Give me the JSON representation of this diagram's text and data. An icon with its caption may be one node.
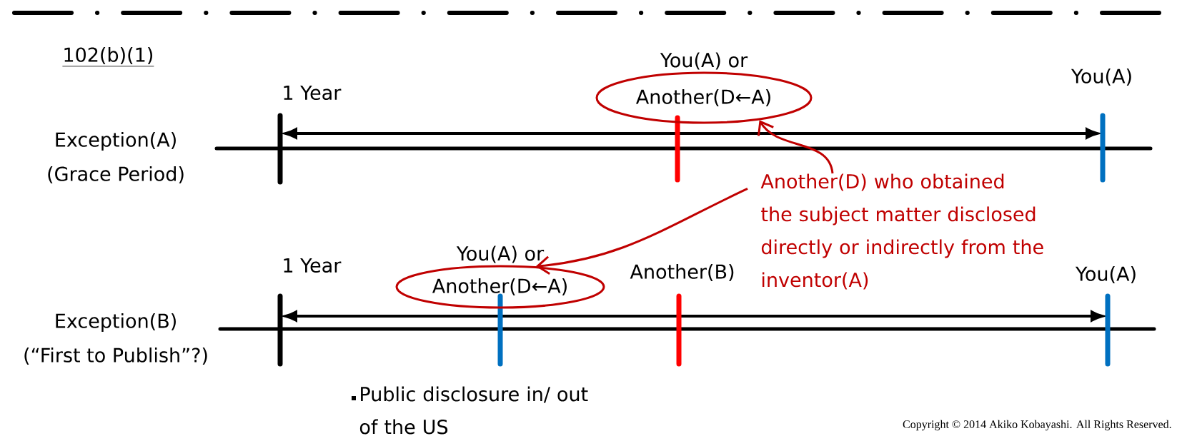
{
  "diagram": {
    "nodes": [
      {
        "text": [
          "You(A) or",
          "Another(D←A)"
        ]
      },
      {
        "text": [
          "You(A) or",
          "Another(D←A)"
        ]
      },
      {
        "text": [
          "Another(D) who obtained the subject matter disclosed directly or indirectly from the inventor(A)"
        ]
      }
    ],
    "edges": [
      {
        "from": 2,
        "to": 0,
        "arrow": "to",
        "color": "#c00000"
      },
      {
        "from": 2,
        "to": 1,
        "arrow": "to",
        "color": "#c00000"
      }
    ],
    "labels": [
      "102(b)(1)",
      "You(A)",
      "1 Year",
      "Exception(A)",
      "(Grace Period)",
      "1 Year",
      "Another(B)",
      "You(A)",
      "Exception(B)",
      "(“First to Publish”?)",
      "Public disclosure in/ out of the US",
      "Copyright © 2014 Akiko Kobayashi. All Rights Reserved."
    ]
  }
}
